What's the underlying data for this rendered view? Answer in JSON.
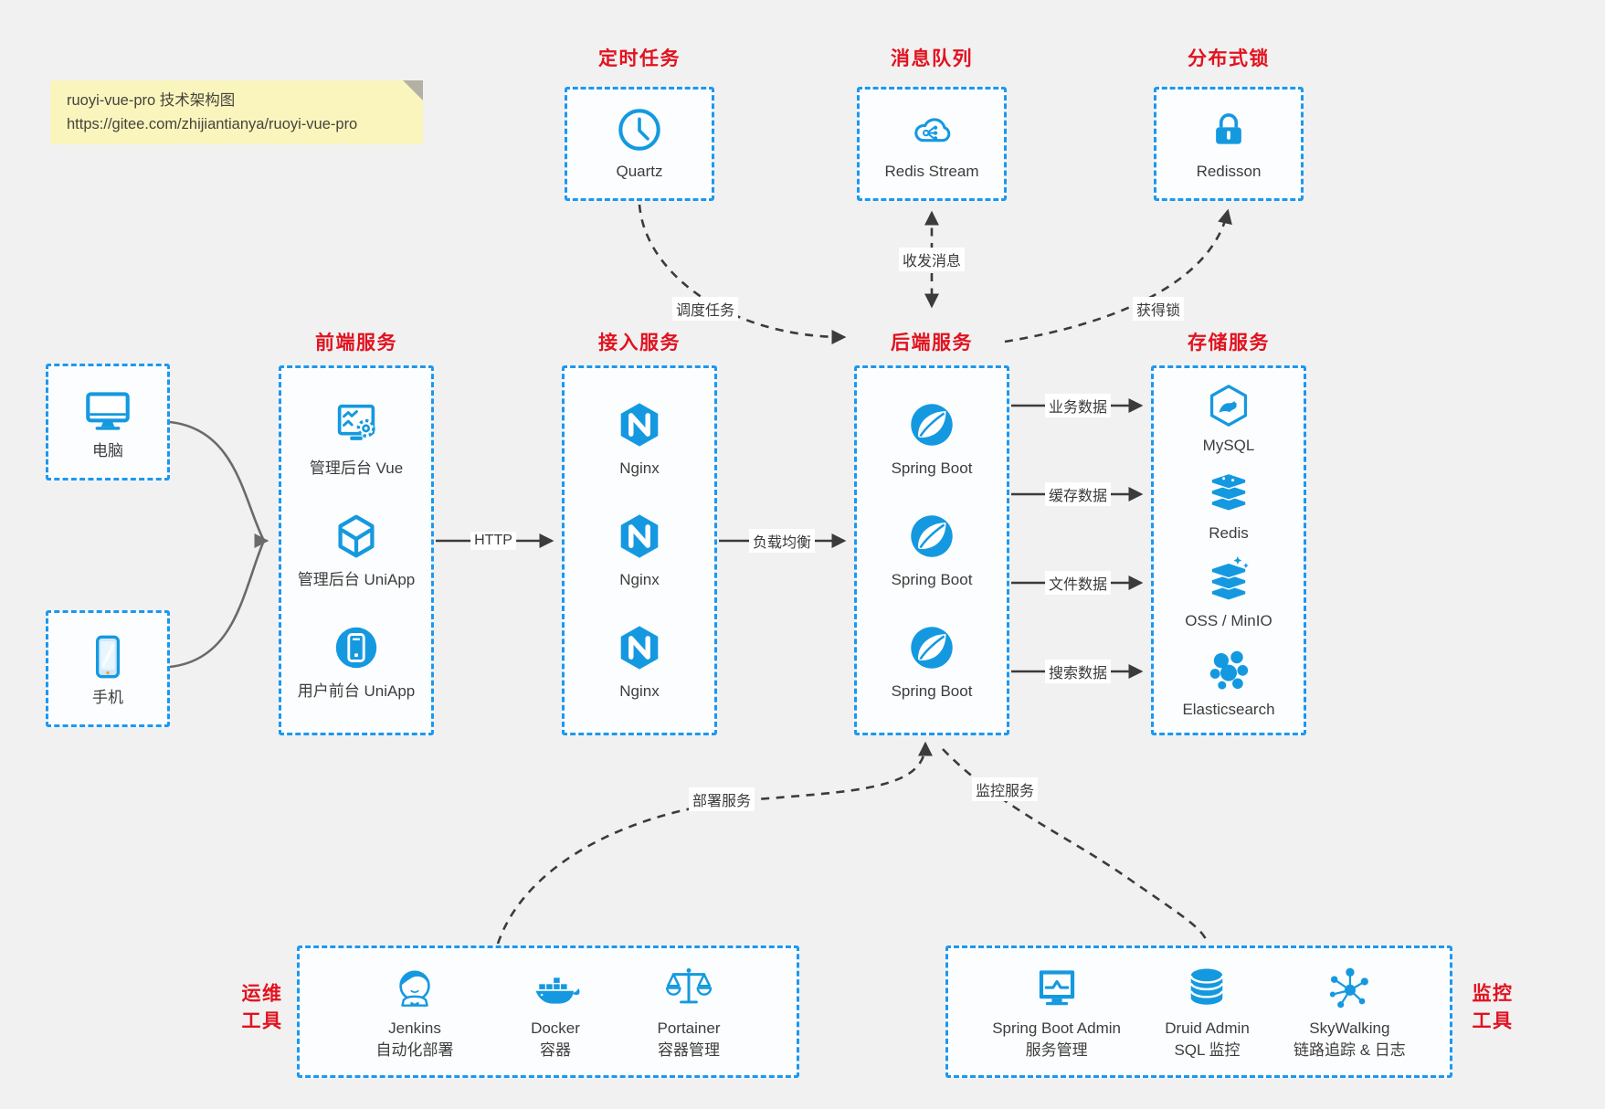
{
  "note": {
    "line1": "ruoyi-vue-pro 技术架构图",
    "line2": "https://gitee.com/zhijiantianya/ruoyi-vue-pro"
  },
  "colors": {
    "accent_blue": "#1499e0",
    "dashed_border_blue": "#1b98f0",
    "title_red": "#e2121f",
    "connector_dark": "#3b3b3b",
    "connector_gray": "#6a6a6a",
    "note_yellow": "#faf5bd",
    "background": "#f1f1f1"
  },
  "top_groups": [
    {
      "title": "定时任务",
      "icon": "clock-icon",
      "label": "Quartz"
    },
    {
      "title": "消息队列",
      "icon": "cloud-stream-icon",
      "label": "Redis Stream"
    },
    {
      "title": "分布式锁",
      "icon": "lock-icon",
      "label": "Redisson"
    }
  ],
  "clients": [
    {
      "icon": "desktop-icon",
      "label": "电脑"
    },
    {
      "icon": "phone-icon",
      "label": "手机"
    }
  ],
  "columns": [
    {
      "title": "前端服务",
      "items": [
        {
          "icon": "admin-vue-icon",
          "label": "管理后台 Vue"
        },
        {
          "icon": "uniapp-cube-icon",
          "label": "管理后台 UniApp"
        },
        {
          "icon": "user-app-icon",
          "label": "用户前台 UniApp"
        }
      ]
    },
    {
      "title": "接入服务",
      "items": [
        {
          "icon": "nginx-icon",
          "label": "Nginx"
        },
        {
          "icon": "nginx-icon",
          "label": "Nginx"
        },
        {
          "icon": "nginx-icon",
          "label": "Nginx"
        }
      ]
    },
    {
      "title": "后端服务",
      "items": [
        {
          "icon": "spring-icon",
          "label": "Spring Boot"
        },
        {
          "icon": "spring-icon",
          "label": "Spring Boot"
        },
        {
          "icon": "spring-icon",
          "label": "Spring Boot"
        }
      ]
    },
    {
      "title": "存储服务",
      "items": [
        {
          "icon": "mysql-icon",
          "label": "MySQL"
        },
        {
          "icon": "redis-icon",
          "label": "Redis"
        },
        {
          "icon": "oss-icon",
          "label": "OSS / MinIO"
        },
        {
          "icon": "elasticsearch-icon",
          "label": "Elasticsearch"
        }
      ]
    }
  ],
  "edges": {
    "http": "HTTP",
    "load_balance": "负载均衡",
    "schedule": "调度任务",
    "message": "收发消息",
    "lock": "获得锁",
    "deploy": "部署服务",
    "monitor": "监控服务",
    "storage": [
      "业务数据",
      "缓存数据",
      "文件数据",
      "搜索数据"
    ]
  },
  "bottom_groups": [
    {
      "title_lines": [
        "运维",
        "工具"
      ],
      "items": [
        {
          "icon": "jenkins-icon",
          "label": "Jenkins",
          "sublabel": "自动化部署"
        },
        {
          "icon": "docker-icon",
          "label": "Docker",
          "sublabel": "容器"
        },
        {
          "icon": "portainer-icon",
          "label": "Portainer",
          "sublabel": "容器管理"
        }
      ]
    },
    {
      "title_lines": [
        "监控",
        "工具"
      ],
      "items": [
        {
          "icon": "springboot-admin-icon",
          "label": "Spring Boot Admin",
          "sublabel": "服务管理"
        },
        {
          "icon": "druid-icon",
          "label": "Druid Admin",
          "sublabel": "SQL 监控"
        },
        {
          "icon": "skywalking-icon",
          "label": "SkyWalking",
          "sublabel": "链路追踪 & 日志"
        }
      ]
    }
  ]
}
